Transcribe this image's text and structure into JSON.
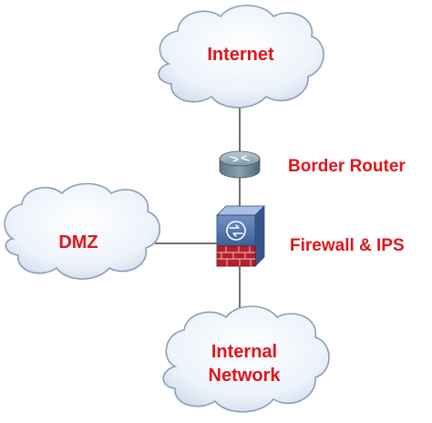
{
  "nodes": {
    "internet": {
      "label": "Internet"
    },
    "border_router": {
      "label": "Border Router"
    },
    "dmz": {
      "label": "DMZ"
    },
    "firewall": {
      "label": "Firewall & IPS"
    },
    "internal_network": {
      "label_line1": "Internal",
      "label_line2": "Network"
    }
  },
  "colors": {
    "label": "#e0151b",
    "cloud_fill": "#e4eef9",
    "cloud_stroke": "#8a9db5",
    "link": "#222222"
  }
}
